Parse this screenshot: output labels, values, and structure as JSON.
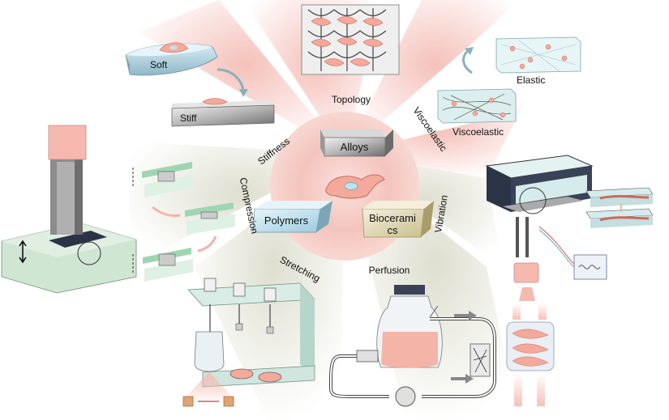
{
  "center": {
    "materials": {
      "alloys": "Alloys",
      "polymers": "Polymers",
      "bioceramics_line1": "Bioceramics",
      "bioceramics_line1_display": "Bioce​rami",
      "bioceramics_line2": "cs"
    }
  },
  "sectors": {
    "stiffness": "Stiffness",
    "topology": "Topology",
    "viscoelastic": "Viscoelastic",
    "compression": "Compression",
    "vibration": "Vibration",
    "stretching": "Stretching",
    "perfusion": "Perfusion"
  },
  "panels": {
    "soft": "Soft",
    "stiff": "Stiff",
    "elastic": "Elastic",
    "viscoelastic": "Viscoelastic"
  },
  "colors": {
    "glow": "#f2b9b2",
    "cell": "#f4a99a",
    "cell_nucleus": "#bfe2ee",
    "gel_green": "#cfe9d8",
    "metal": "#8c8c8c",
    "dark_plate": "#2b3346",
    "arrow_gray": "#9a9a9a",
    "polymer_box": "#c9e7f3",
    "bioceramic_box": "#e8e2c2"
  }
}
